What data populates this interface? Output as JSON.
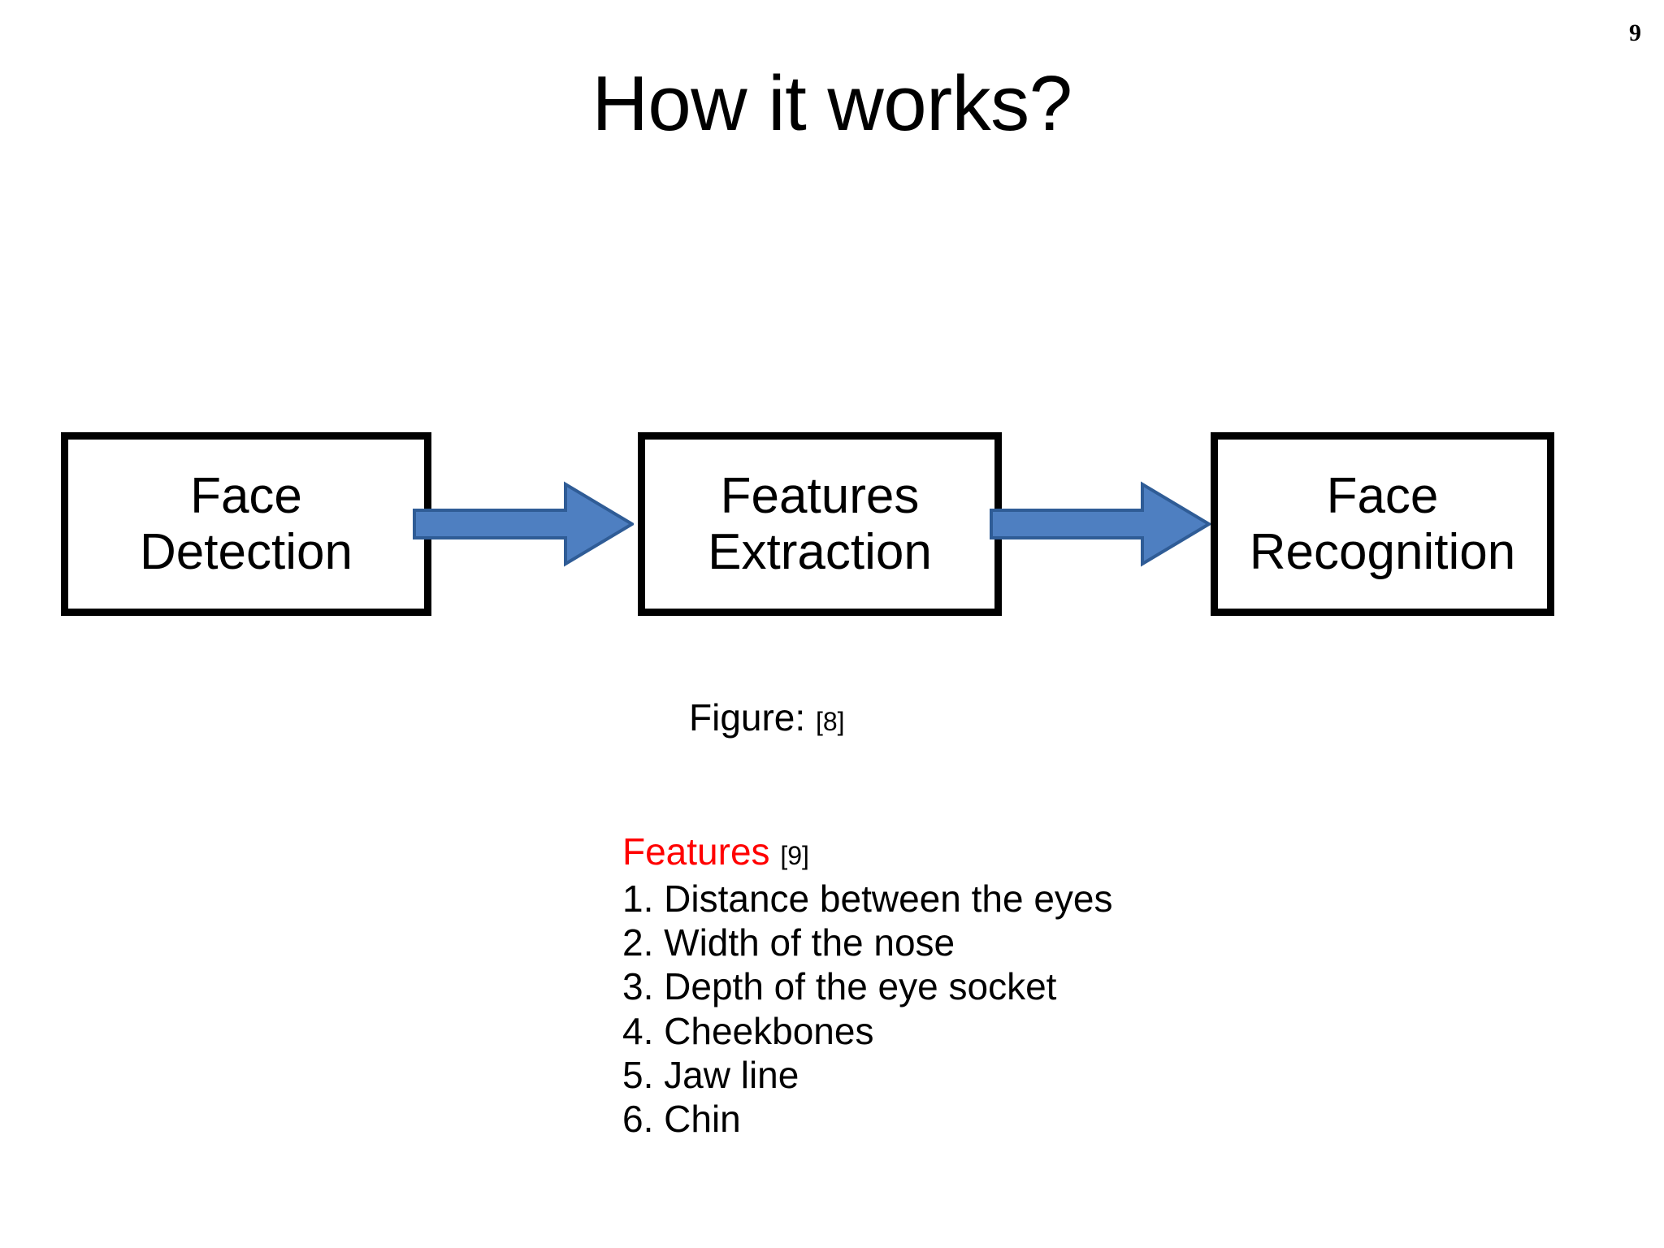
{
  "slide": {
    "page_number": "9",
    "title": "How it works?",
    "background_color": "#FFFFFF"
  },
  "diagram": {
    "type": "flow",
    "accent_color": "#4E7FC1",
    "accent_border_color": "#2F5C96",
    "box_border_color": "#000000",
    "boxes": [
      {
        "id": "face-detection",
        "lines": [
          "Face",
          "Detection"
        ]
      },
      {
        "id": "features-extraction",
        "lines": [
          "Features",
          "Extraction"
        ]
      },
      {
        "id": "face-recognition",
        "lines": [
          "Face",
          "Recognition"
        ]
      }
    ],
    "arrows": [
      {
        "id": "arrow-detection-to-extraction",
        "direction": "right"
      },
      {
        "id": "arrow-extraction-to-recognition",
        "direction": "right"
      }
    ]
  },
  "caption": {
    "label": "Figure:",
    "reference": "[8]"
  },
  "features": {
    "heading_label": "Features",
    "heading_reference": "[9]",
    "heading_color": "#FF0000",
    "items": [
      {
        "number": "1.",
        "text": "Distance between the eyes"
      },
      {
        "number": "2.",
        "text": "Width of the nose"
      },
      {
        "number": "3.",
        "text": "Depth of the eye socket"
      },
      {
        "number": "4.",
        "text": "Cheekbones"
      },
      {
        "number": "5.",
        "text": "Jaw line"
      },
      {
        "number": "6.",
        "text": "Chin"
      }
    ]
  }
}
